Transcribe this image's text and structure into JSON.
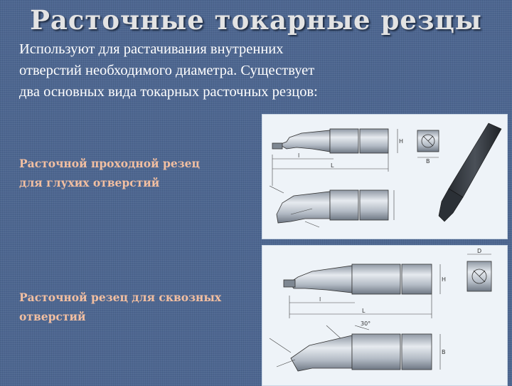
{
  "slide": {
    "title": "Расточные токарные резцы",
    "intro_lines": [
      "Используют для растачивания внутренних",
      "отверстий необходимого диаметра. Существует",
      "два основных вида токарных  расточных резцов:"
    ],
    "tools": [
      {
        "label_lines": [
          "Расточной проходной резец",
          "для глухих отверстий"
        ]
      },
      {
        "label_lines": [
          "Расточной резец для сквозных",
          " отверстий"
        ]
      }
    ]
  },
  "colors": {
    "background": "#4d6690",
    "title": "#e3e3e3",
    "intro_text": "#ffffff",
    "label_text": "#f2bfa1",
    "drawing_steel": "#b7bfc9"
  }
}
